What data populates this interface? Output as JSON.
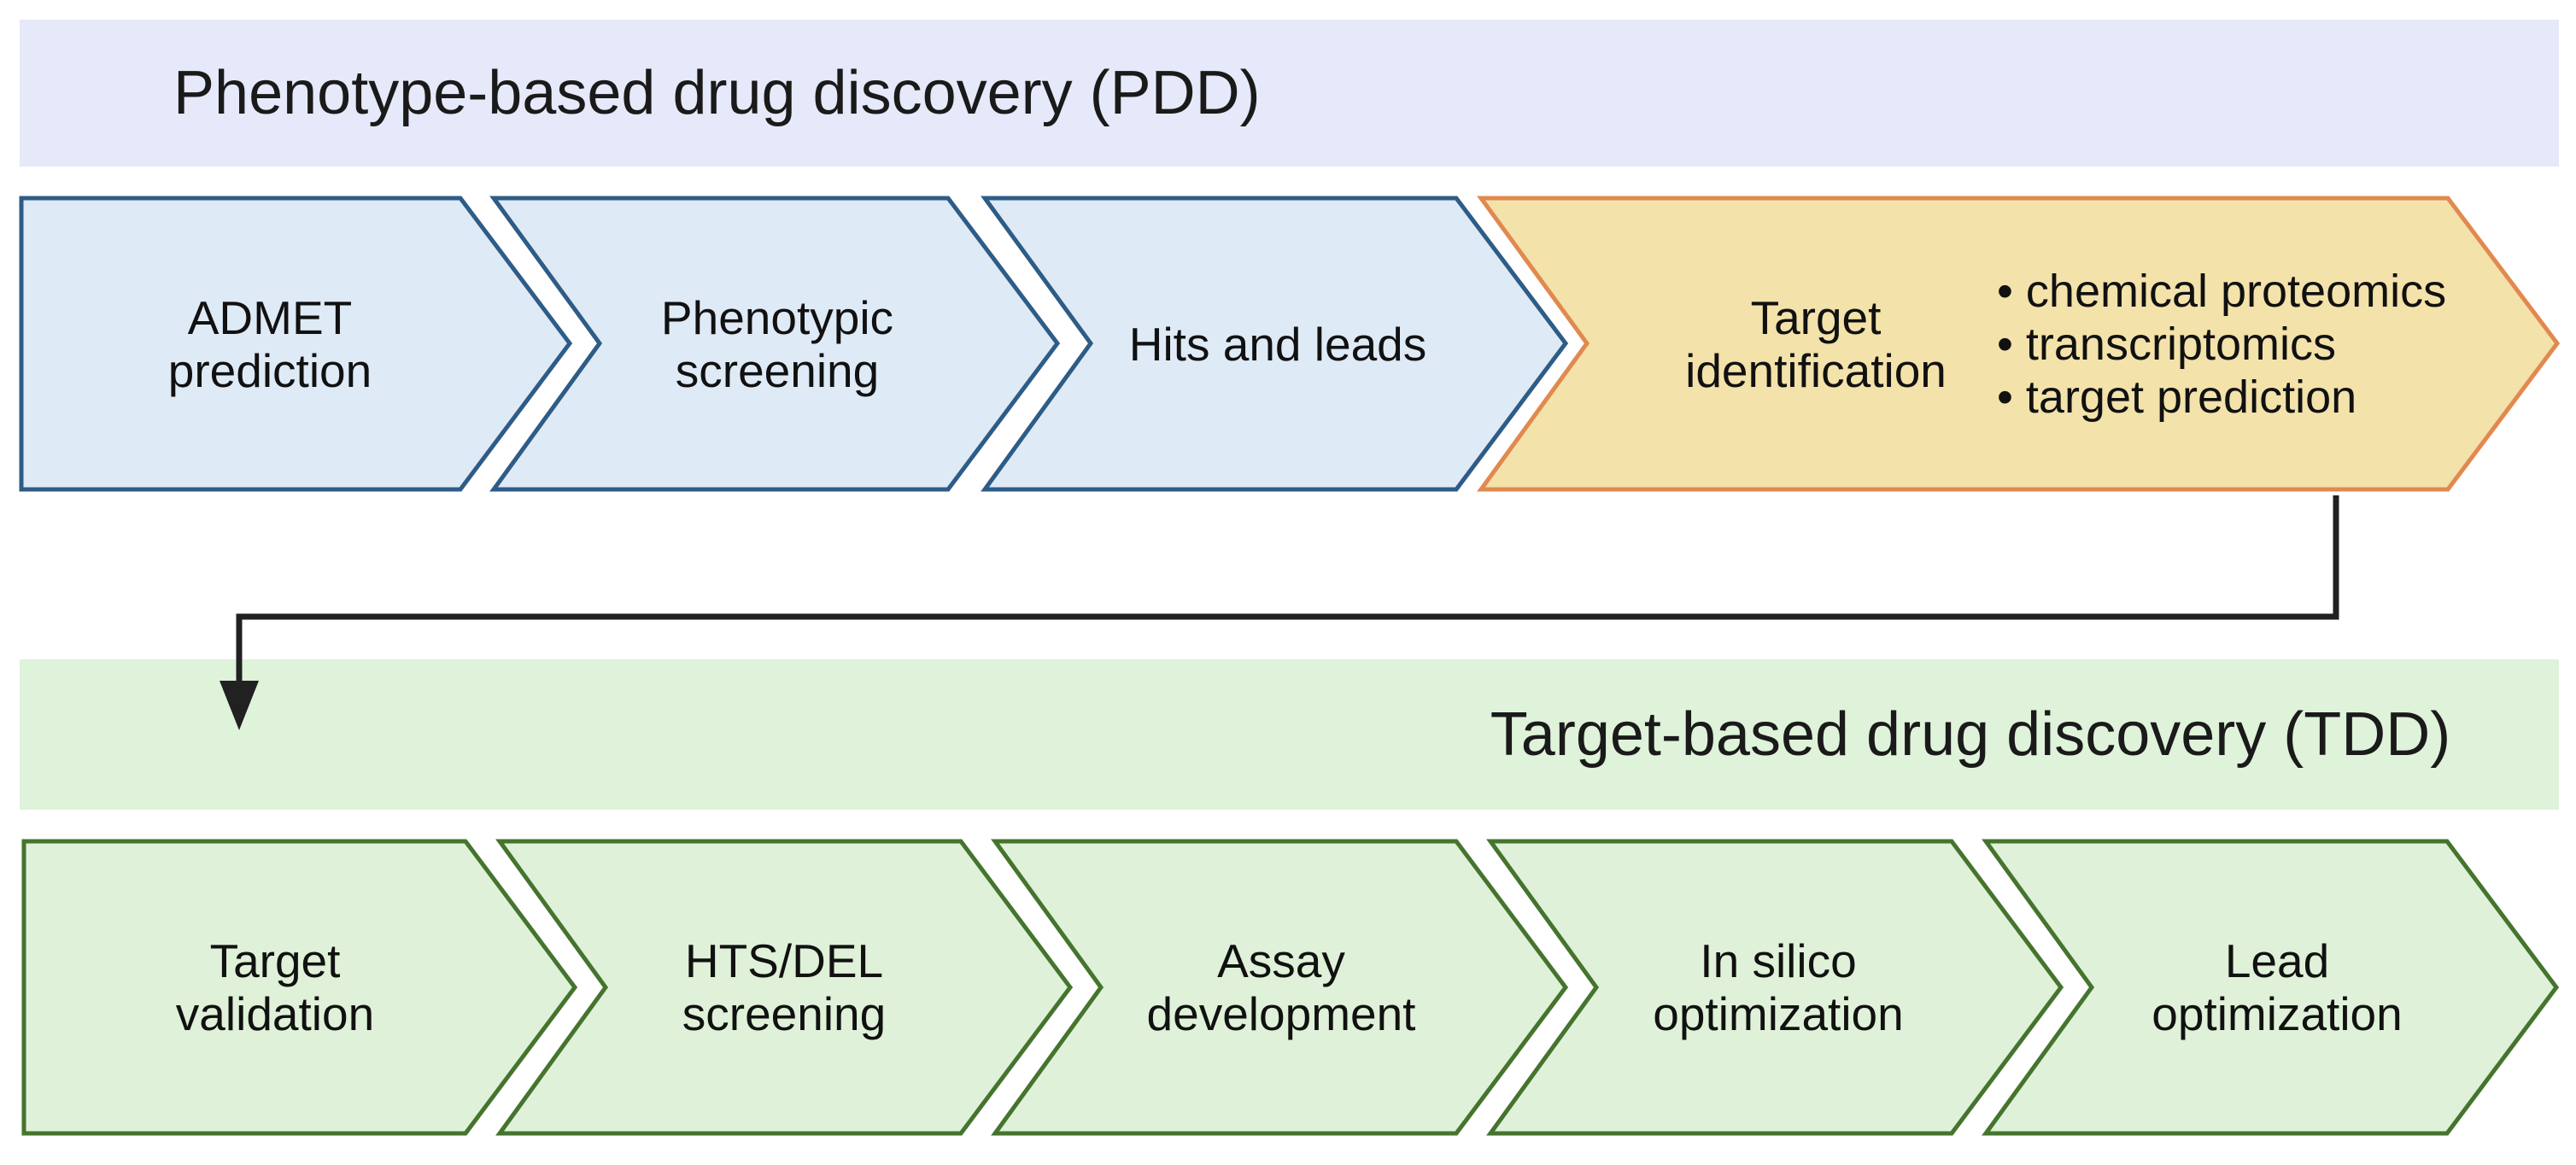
{
  "colors": {
    "pdd_banner_bg": "#e5e9f9",
    "tdd_banner_bg": "#dff2da",
    "blue_fill": "#dfeaf7",
    "blue_stroke": "#2e5c87",
    "yellow_fill": "#f3e2aa",
    "yellow_stroke": "#e1894f",
    "green_fill": "#dff1d8",
    "green_stroke": "#45742e",
    "connector": "#212121",
    "text": "#111111"
  },
  "pdd": {
    "title": "Phenotype-based drug discovery (PDD)",
    "steps": [
      {
        "lines": [
          "ADMET",
          "prediction"
        ]
      },
      {
        "lines": [
          "Phenotypic",
          "screening"
        ]
      },
      {
        "lines": [
          "Hits and leads"
        ]
      },
      {
        "lines": [
          "Target",
          "identification"
        ],
        "bullets": [
          "• chemical proteomics",
          "• transcriptomics",
          "• target prediction"
        ]
      }
    ]
  },
  "tdd": {
    "title": "Target-based drug discovery (TDD)",
    "steps": [
      {
        "lines": [
          "Target",
          "validation"
        ]
      },
      {
        "lines": [
          "HTS/DEL",
          "screening"
        ]
      },
      {
        "lines": [
          "Assay",
          "development"
        ]
      },
      {
        "lines": [
          "In silico",
          "optimization"
        ]
      },
      {
        "lines": [
          "Lead",
          "optimization"
        ]
      }
    ]
  }
}
